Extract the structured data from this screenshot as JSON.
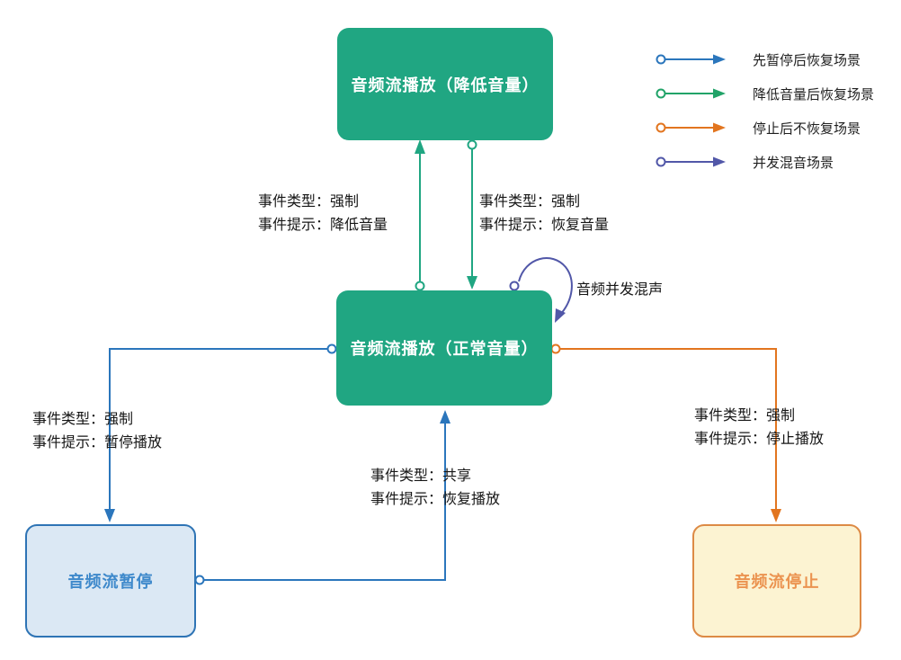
{
  "diagram": {
    "nodes": {
      "playing_lowered": {
        "label": "音频流播放（降低音量）"
      },
      "playing_normal": {
        "label": "音频流播放（正常音量）"
      },
      "paused": {
        "label": "音频流暂停"
      },
      "stopped": {
        "label": "音频流停止"
      }
    },
    "edges": [
      {
        "id": "lower_volume",
        "from": "playing_normal",
        "to": "playing_lowered",
        "color": "#20A682",
        "lines": [
          "事件类型：强制",
          "事件提示：降低音量"
        ]
      },
      {
        "id": "restore_volume",
        "from": "playing_lowered",
        "to": "playing_normal",
        "color": "#20A682",
        "lines": [
          "事件类型：强制",
          "事件提示：恢复音量"
        ]
      },
      {
        "id": "concurrent_mix",
        "from": "playing_normal",
        "to": "playing_normal",
        "color": "#5157A8",
        "lines": [
          "音频并发混声"
        ]
      },
      {
        "id": "pause",
        "from": "playing_normal",
        "to": "paused",
        "color": "#2B76BC",
        "lines": [
          "事件类型：强制",
          "事件提示：暂停播放"
        ]
      },
      {
        "id": "resume",
        "from": "paused",
        "to": "playing_normal",
        "color": "#2B76BC",
        "lines": [
          "事件类型：共享",
          "事件提示：恢复播放"
        ]
      },
      {
        "id": "stop",
        "from": "playing_normal",
        "to": "stopped",
        "color": "#E2751F",
        "lines": [
          "事件类型：强制",
          "事件提示：停止播放"
        ]
      }
    ],
    "legend": {
      "items": [
        {
          "label": "先暂停后恢复场景",
          "color": "#2B76BC"
        },
        {
          "label": "降低音量后恢复场景",
          "color": "#21A368"
        },
        {
          "label": "停止后不恢复场景",
          "color": "#E2751F"
        },
        {
          "label": "并发混音场景",
          "color": "#5157A8"
        }
      ]
    },
    "colors": {
      "green": "#20A682",
      "blue": "#2B76BC",
      "orange": "#E2751F",
      "purple": "#5157A8",
      "node_green_fill": "#20A682",
      "node_green_text": "#FFFFFF",
      "paused_fill": "#DBE8F4",
      "paused_border": "#2E74B5",
      "paused_text": "#3E89CB",
      "stopped_fill": "#FCF3D2",
      "stopped_border": "#DD8A45",
      "stopped_text": "#EB9350",
      "label_text": "#161616"
    }
  }
}
